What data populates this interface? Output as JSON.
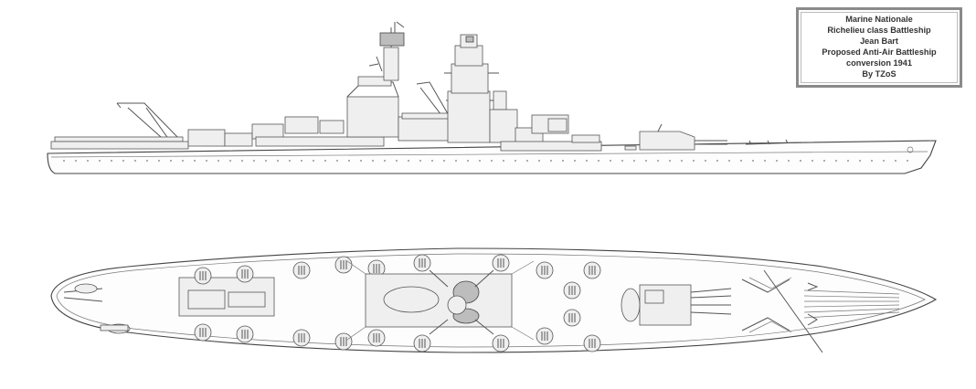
{
  "title_box": {
    "line1": "Marine Nationale",
    "line2": "Richelieu class Battleship",
    "line3": "Jean Bart",
    "line4": "Proposed Anti-Air Battleship",
    "line5": "conversion 1941",
    "line6": "By TZoS"
  },
  "colors": {
    "background": "#ffffff",
    "line": "#555555",
    "box_border": "#8a8a8a"
  }
}
